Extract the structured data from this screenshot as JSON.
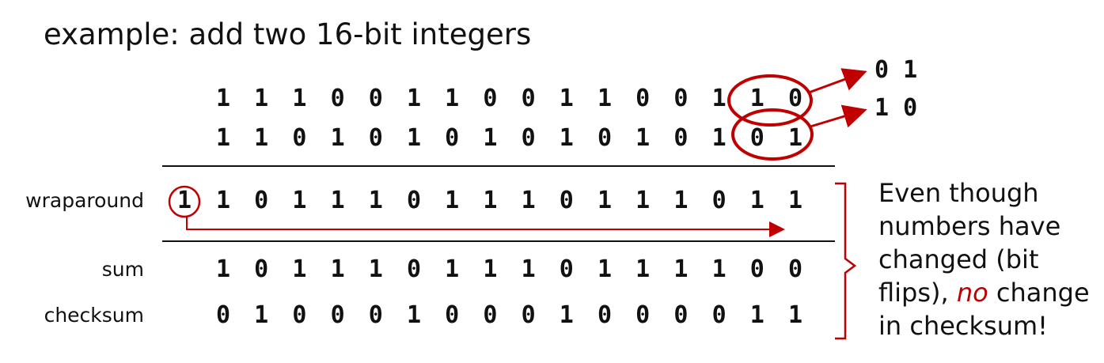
{
  "title": "example: add two 16-bit integers",
  "rows": {
    "a": {
      "label": "",
      "bits": [
        "1",
        "1",
        "1",
        "0",
        "0",
        "1",
        "1",
        "0",
        "0",
        "1",
        "1",
        "0",
        "0",
        "1",
        "1",
        "0"
      ]
    },
    "b": {
      "label": "",
      "bits": [
        "1",
        "1",
        "0",
        "1",
        "0",
        "1",
        "0",
        "1",
        "0",
        "1",
        "0",
        "1",
        "0",
        "1",
        "0",
        "1"
      ]
    },
    "wraparound": {
      "label": "wraparound",
      "carry": "1",
      "bits": [
        "1",
        "0",
        "1",
        "1",
        "1",
        "0",
        "1",
        "1",
        "1",
        "0",
        "1",
        "1",
        "1",
        "0",
        "1",
        "1"
      ]
    },
    "sum": {
      "label": "sum",
      "bits": [
        "1",
        "0",
        "1",
        "1",
        "1",
        "0",
        "1",
        "1",
        "1",
        "0",
        "1",
        "1",
        "1",
        "1",
        "0",
        "0"
      ]
    },
    "checksum": {
      "label": "checksum",
      "bits": [
        "0",
        "1",
        "0",
        "0",
        "0",
        "1",
        "0",
        "0",
        "0",
        "1",
        "0",
        "0",
        "0",
        "0",
        "1",
        "1"
      ]
    }
  },
  "flips": {
    "top": "0 1",
    "bottom": "1 0"
  },
  "note": {
    "part1": "Even though numbers have changed (bit flips), ",
    "emphasis": "no",
    "part2": " change in checksum!"
  },
  "colors": {
    "accent": "#c00000",
    "text": "#111111"
  }
}
